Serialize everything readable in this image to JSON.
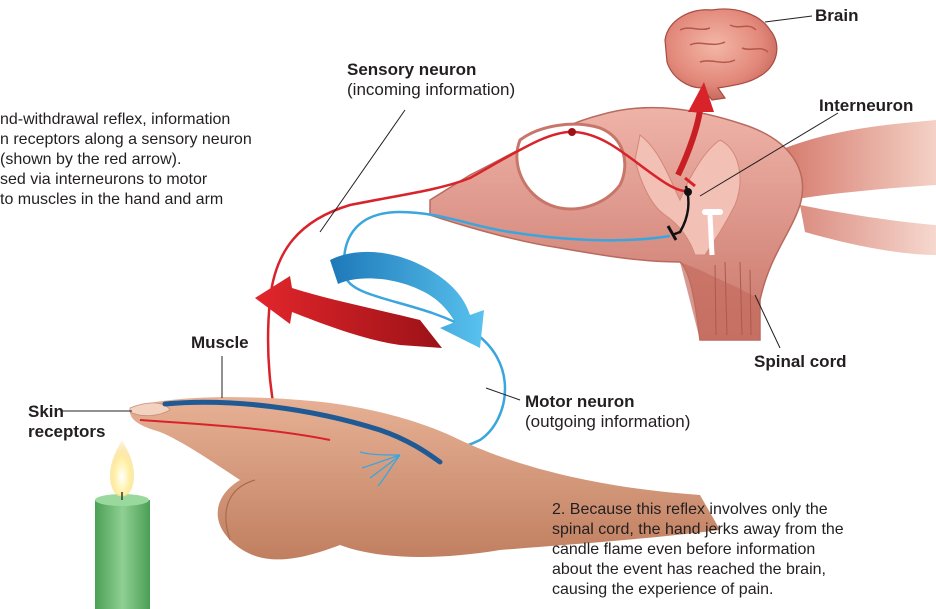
{
  "labels": {
    "brain": "Brain",
    "interneuron": "Interneuron",
    "sensory_neuron": "Sensory neuron",
    "sensory_neuron_sub": "(incoming information)",
    "motor_neuron": "Motor neuron",
    "motor_neuron_sub": "(outgoing information)",
    "spinal_cord": "Spinal cord",
    "muscle": "Muscle",
    "skin": "Skin",
    "receptors": "receptors"
  },
  "caption1": {
    "lines": [
      "nd-withdrawal reflex, information",
      "n receptors along a sensory neuron",
      "(shown by the red arrow).",
      "sed via interneurons to motor",
      "to muscles in the hand and arm"
    ]
  },
  "caption2": {
    "lines": [
      "2. Because this reflex involves only the",
      "spinal cord, the hand jerks away from the",
      "candle flame even before information",
      "about the event has reached the brain,",
      "causing the experience of pain."
    ]
  },
  "colors": {
    "sensory": "#d8232a",
    "motor": "#3aa6dd",
    "cord": "#e8a49a",
    "skin": "#d99c7c",
    "candle": "#6cbd73"
  }
}
